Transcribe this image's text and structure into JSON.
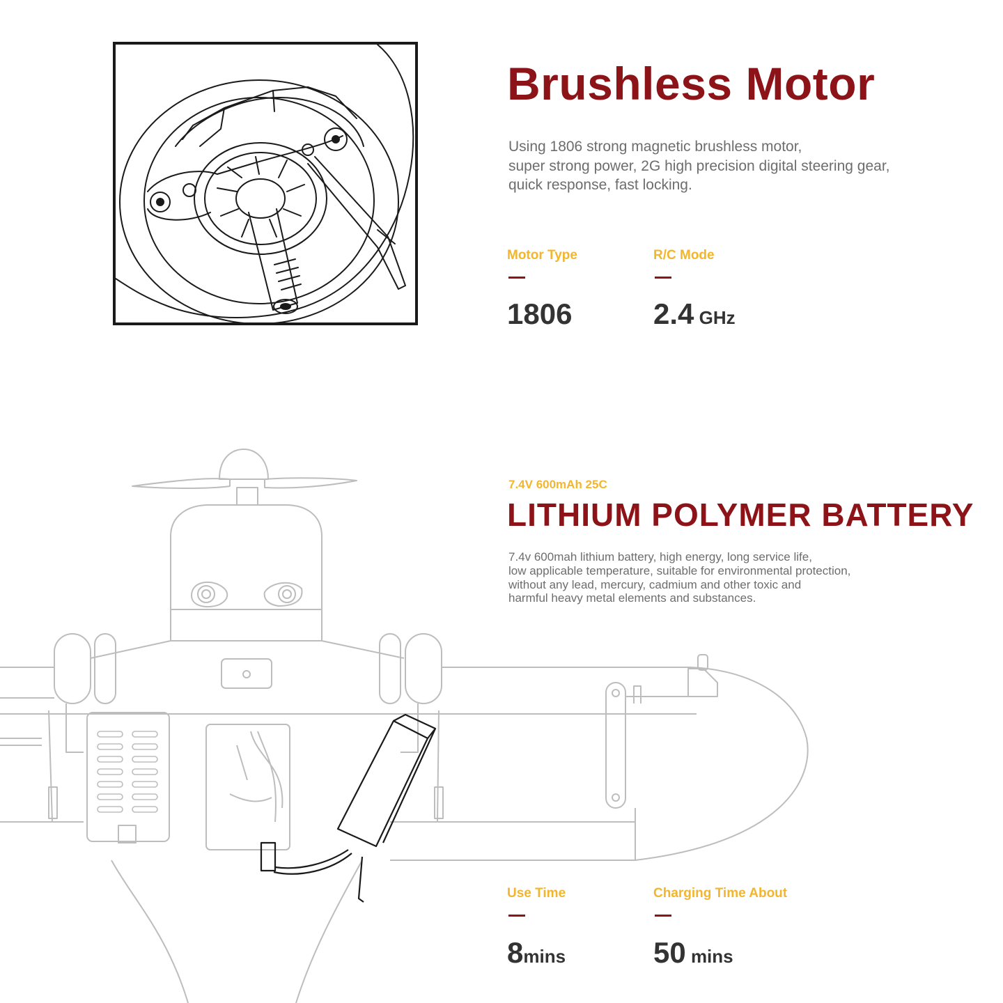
{
  "colors": {
    "accent_red": "#8c1419",
    "accent_yellow": "#f2b62e",
    "text_gray": "#6d6d6d",
    "value_dark": "#333333",
    "line_light": "#bdbdbd",
    "line_dark": "#1a1a1a"
  },
  "motor": {
    "title": "Brushless Motor",
    "description": [
      "Using 1806 strong magnetic brushless motor,",
      "super strong power, 2G high precision digital steering gear,",
      "quick response, fast locking."
    ],
    "specs": [
      {
        "label": "Motor Type",
        "value": "1806",
        "unit": ""
      },
      {
        "label": "R/C Mode",
        "value": "2.4",
        "unit": " GHz"
      }
    ]
  },
  "battery": {
    "subtitle": "7.4V 600mAh 25C",
    "title": "LITHIUM POLYMER  BATTERY",
    "description": [
      "7.4v 600mah lithium battery, high energy, long service life,",
      "low applicable temperature, suitable for environmental protection,",
      "without any lead, mercury, cadmium and other toxic and",
      "harmful heavy metal elements and substances."
    ],
    "specs": [
      {
        "label": "Use Time",
        "value": "8",
        "unit": "mins"
      },
      {
        "label": "Charging Time About",
        "value": "50",
        "unit": " mins"
      }
    ]
  },
  "icons": {
    "motor_illustration": "brushless-motor-line-drawing",
    "battery_illustration": "rc-plane-battery-line-drawing"
  }
}
